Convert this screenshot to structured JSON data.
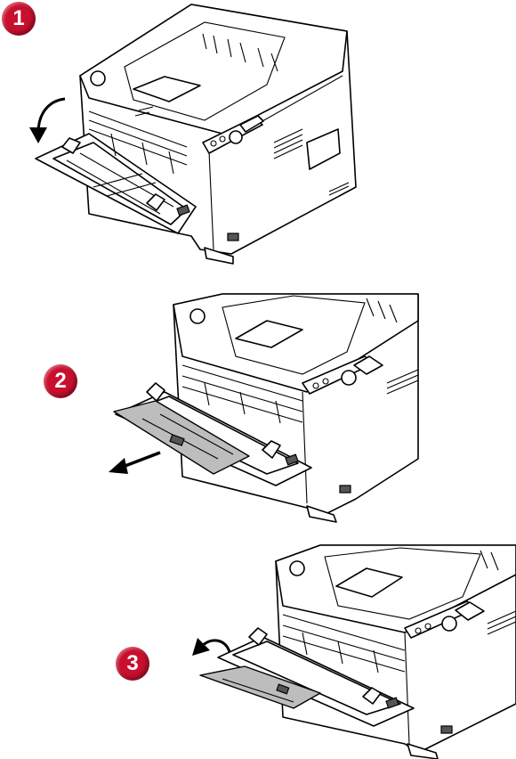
{
  "steps": [
    {
      "number": "1",
      "action": "open-tray",
      "arrow": "curved-arrow-down-left-icon"
    },
    {
      "number": "2",
      "action": "pull-out-extension",
      "arrow": "straight-arrow-left-icon"
    },
    {
      "number": "3",
      "action": "flip-out-sub-tray",
      "arrow": "curved-arrow-left-icon"
    }
  ],
  "colors": {
    "badge": "#c8102e",
    "line": "#000000",
    "tray_fill": "#bdbdbd",
    "background": "#ffffff"
  }
}
